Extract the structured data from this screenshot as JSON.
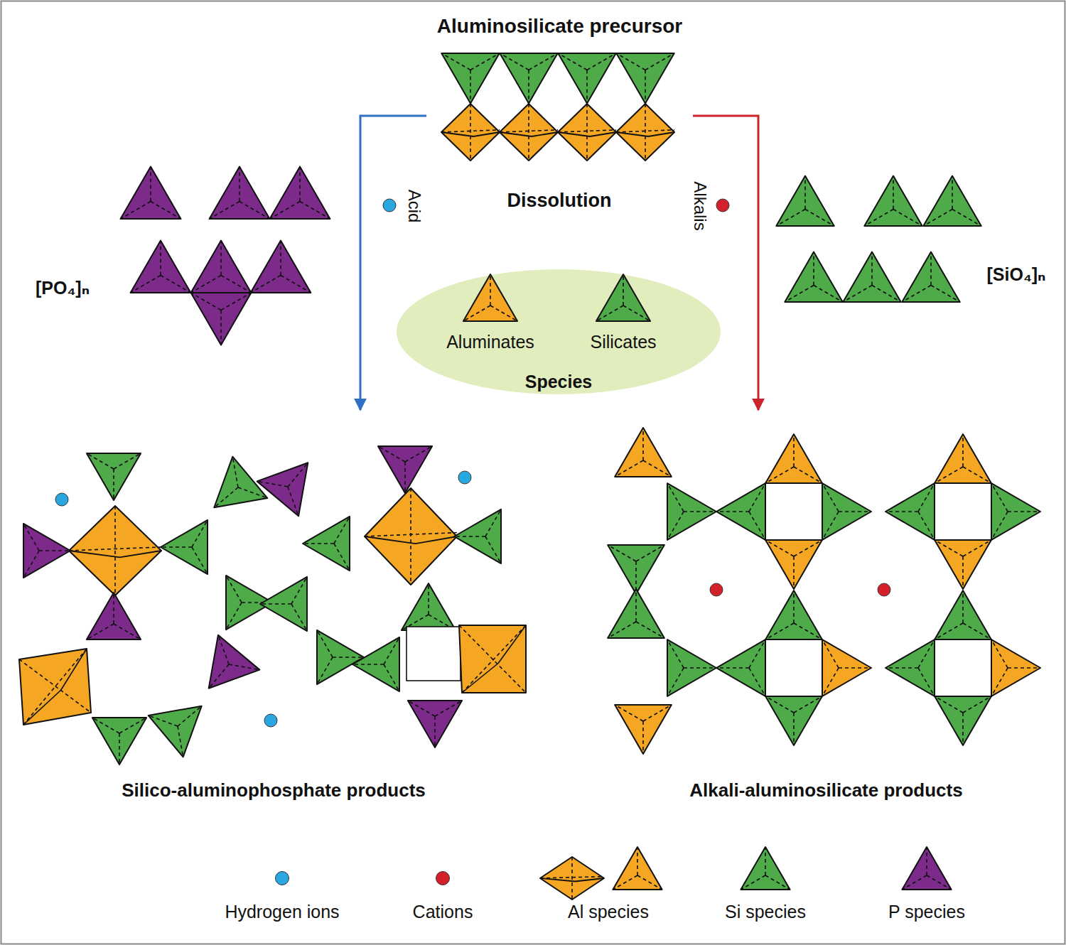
{
  "diagram": {
    "nodes": [
      {
        "text": [
          "Aluminosilicate precursor"
        ]
      },
      {
        "text": [
          "Species"
        ]
      },
      {
        "text": [
          "Aluminates"
        ],
        "in": 1
      },
      {
        "text": [
          "Silicates"
        ],
        "in": 1
      },
      {
        "text": [
          "Silico-aluminophosphate products"
        ]
      },
      {
        "text": [
          "Alkali-aluminosilicate products"
        ]
      }
    ],
    "edges": [
      {
        "from": 0,
        "to": 4,
        "label": "Acid",
        "arrow": "to"
      },
      {
        "from": 0,
        "to": 5,
        "label": "Alkalis",
        "arrow": "to"
      }
    ],
    "labels": [
      "Dissolution",
      "[PO₄]ₙ",
      "[SiO₄]ₙ"
    ],
    "legend": [
      {
        "text": "Hydrogen ions",
        "color": "#2aa7e1"
      },
      {
        "text": "Cations",
        "color": "#d4202a"
      },
      {
        "text": "Al species"
      },
      {
        "text": "Si species"
      },
      {
        "text": "P species"
      }
    ]
  }
}
